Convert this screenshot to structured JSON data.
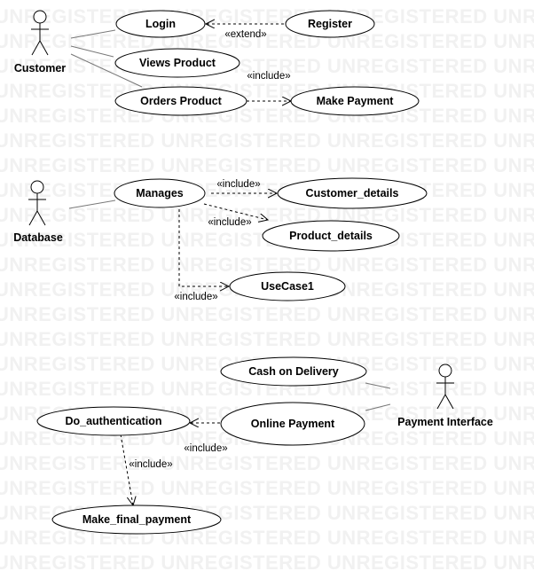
{
  "watermark": "UNREGISTERED UNREGISTERED UNREGISTERED UNREGISTERED",
  "actors": {
    "customer": "Customer",
    "database": "Database",
    "payment_interface": "Payment Interface"
  },
  "use_cases": {
    "login": "Login",
    "register": "Register",
    "views_product": "Views Product",
    "orders_product": "Orders Product",
    "make_payment": "Make Payment",
    "manages": "Manages",
    "customer_details": "Customer_details",
    "product_details": "Product_details",
    "usecase1": "UseCase1",
    "cash_on_delivery": "Cash on Delivery",
    "online_payment": "Online Payment",
    "do_authentication": "Do_authentication",
    "make_final_payment": "Make_final_payment"
  },
  "stereotypes": {
    "extend": "«extend»",
    "include_make_payment": "«include»",
    "include_customer_details": "«include»",
    "include_product_details": "«include»",
    "include_usecase1": "«include»",
    "include_do_authentication": "«include»",
    "include_make_final_payment": "«include»"
  }
}
